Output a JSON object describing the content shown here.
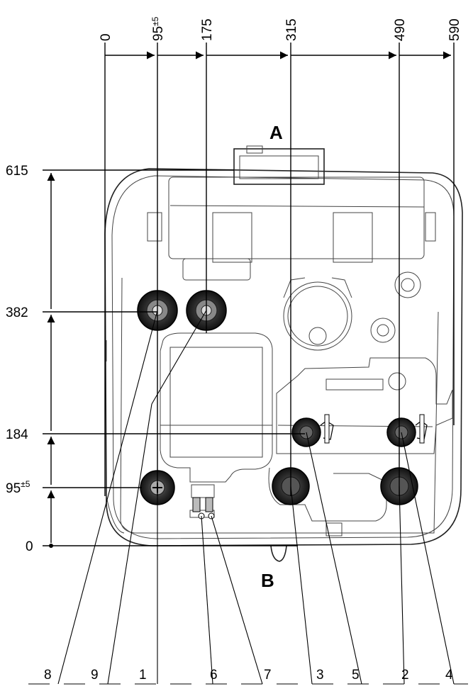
{
  "horizontal_dimensions": [
    {
      "value": "0",
      "tolerance": ""
    },
    {
      "value": "95",
      "tolerance": "±5"
    },
    {
      "value": "175",
      "tolerance": ""
    },
    {
      "value": "315",
      "tolerance": ""
    },
    {
      "value": "490",
      "tolerance": ""
    },
    {
      "value": "590",
      "tolerance": ""
    }
  ],
  "vertical_dimensions": [
    {
      "value": "615",
      "tolerance": ""
    },
    {
      "value": "382",
      "tolerance": ""
    },
    {
      "value": "184",
      "tolerance": ""
    },
    {
      "value": "95",
      "tolerance": "±5"
    },
    {
      "value": "0",
      "tolerance": ""
    }
  ],
  "view_labels": {
    "top": "A",
    "bottom": "B"
  },
  "callouts": [
    "8",
    "9",
    "1",
    "6",
    "7",
    "3",
    "5",
    "2",
    "4"
  ]
}
